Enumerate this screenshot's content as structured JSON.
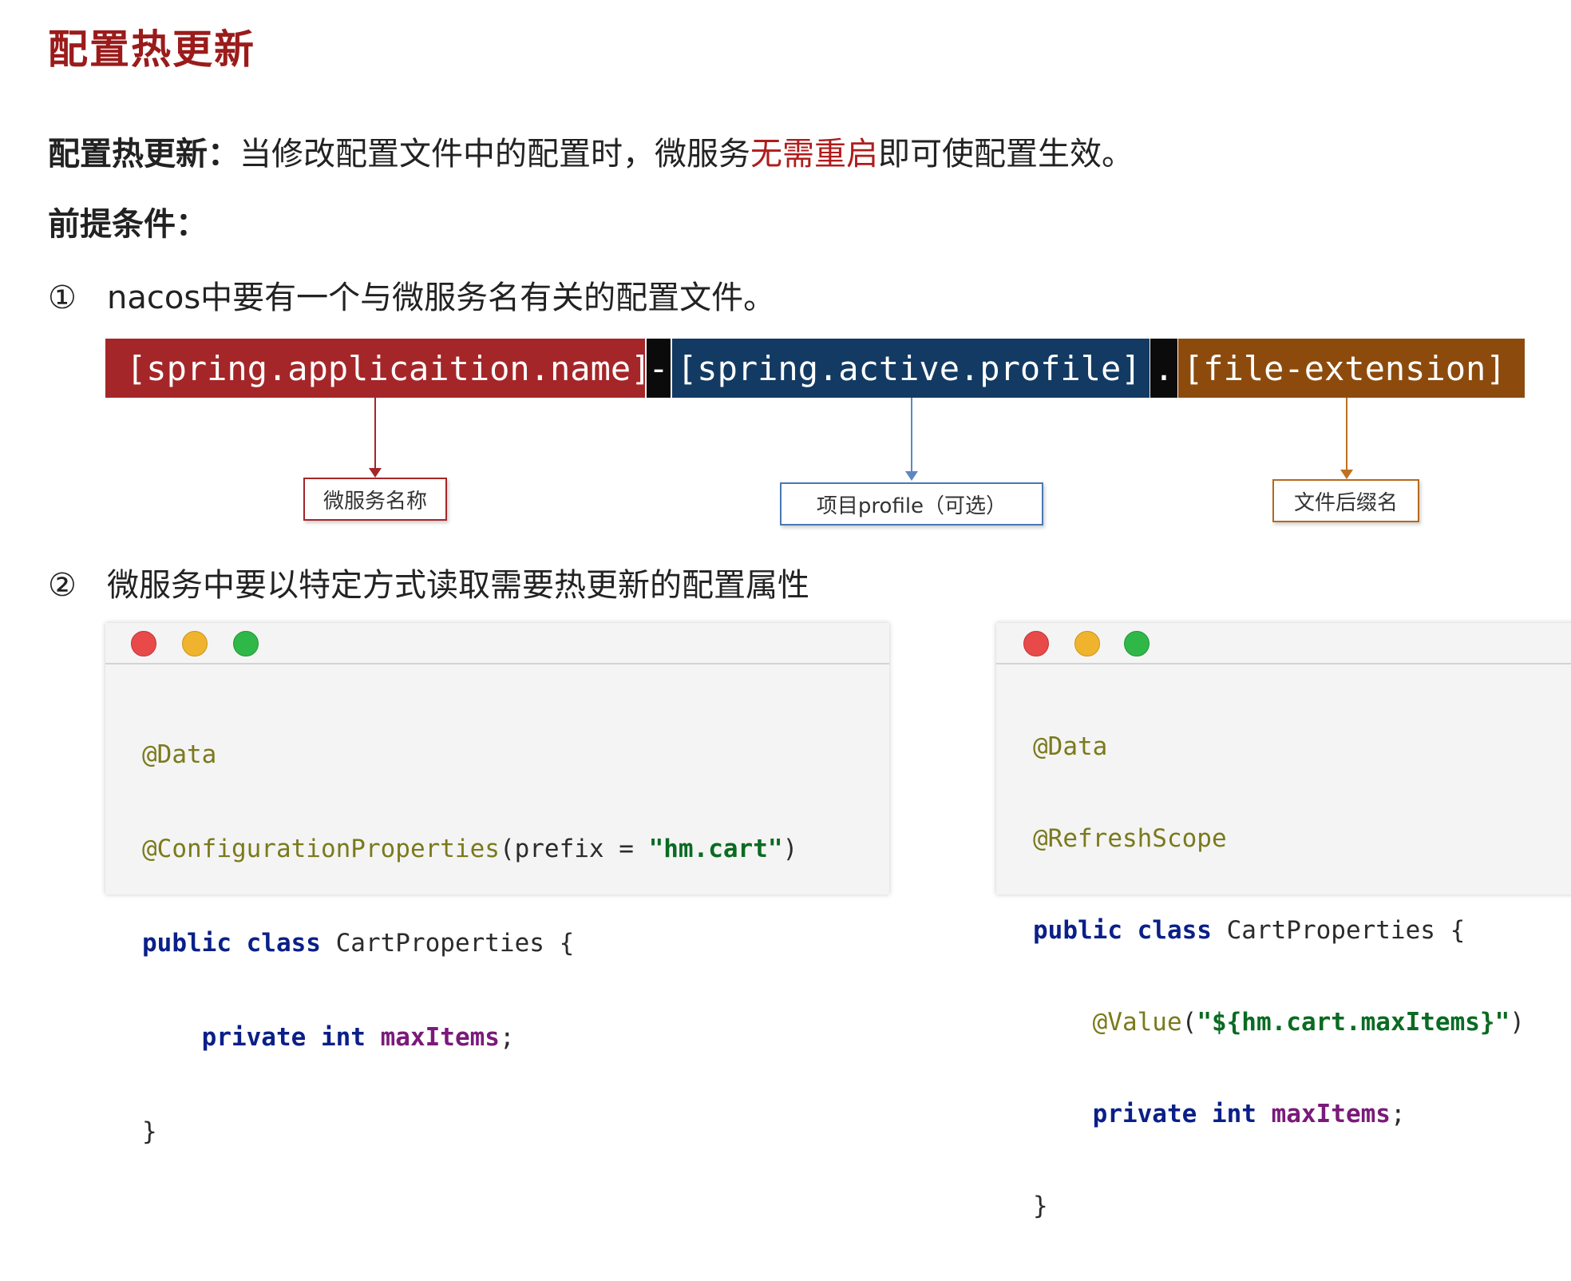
{
  "title": "配置热更新",
  "intro": {
    "label": "配置热更新：",
    "text_before": "当修改配置文件中的配置时，微服务",
    "highlight": "无需重启",
    "text_after": "即可使配置生效。"
  },
  "prereq_label": "前提条件：",
  "conditions": [
    {
      "number": "①",
      "text": "nacos中要有一个与微服务名有关的配置文件。"
    },
    {
      "number": "②",
      "text": "微服务中要以特定方式读取需要热更新的配置属性"
    }
  ],
  "filename_pattern": {
    "segment1": "[spring.applicaition.name]",
    "separator1": "-",
    "segment2": "[spring.active.profile]",
    "separator2": ".",
    "segment3": "[file-extension]",
    "labels": [
      "微服务名称",
      "项目profile（可选）",
      "文件后缀名"
    ],
    "colors": {
      "segment1": "#a52628",
      "segment2": "#123a63",
      "segment3": "#8c4b0d"
    }
  },
  "code_left": {
    "line1": "@Data",
    "line2_ann": "@ConfigurationProperties",
    "line2_mid": "(prefix = ",
    "line2_str": "\"hm.cart\"",
    "line2_end": ")",
    "line3_kw": "public class",
    "line3_rest": " CartProperties {",
    "line4_kw": "private int",
    "line4_field": "maxItems",
    "line4_end": ";",
    "line5": "}"
  },
  "code_right": {
    "line1": "@Data",
    "line2": "@RefreshScope",
    "line3_kw": "public class",
    "line3_rest": " CartProperties {",
    "line4_ann": "@Value",
    "line4_open": "(",
    "line4_str": "\"${hm.cart.maxItems}\"",
    "line4_close": ")",
    "line5_kw": "private int",
    "line5_field": "maxItems",
    "line5_end": ";",
    "line6": "}"
  }
}
